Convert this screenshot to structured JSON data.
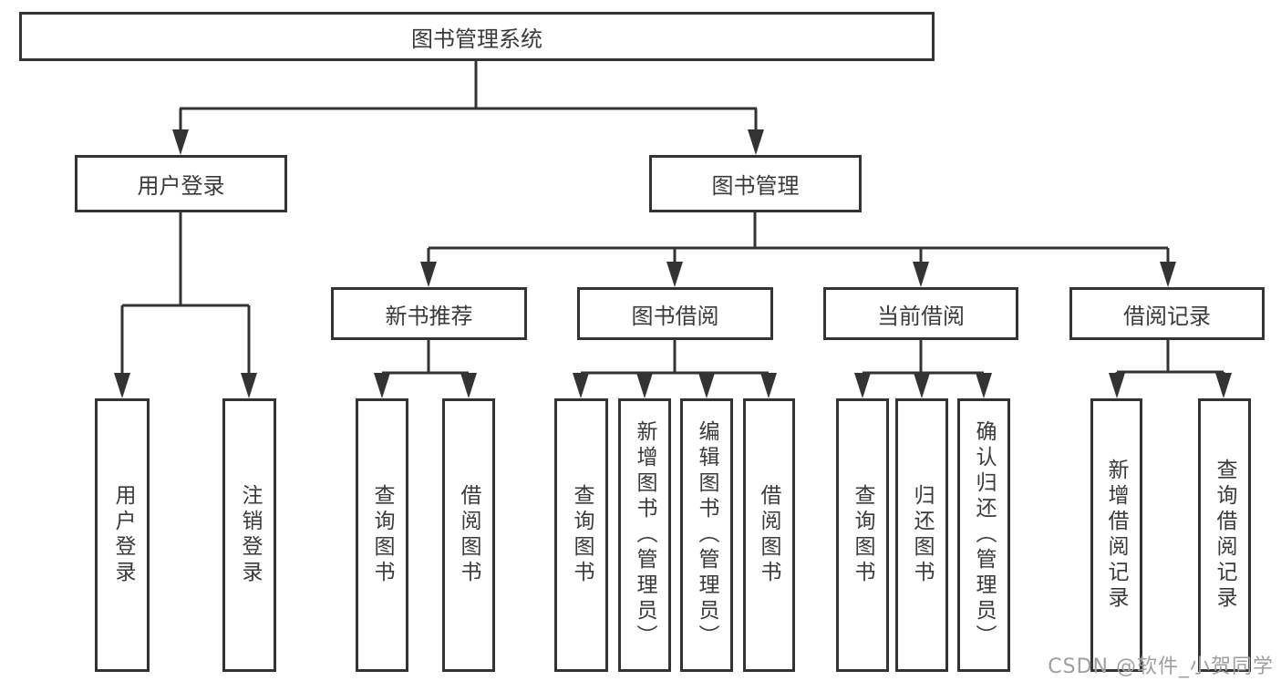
{
  "tree": {
    "root": {
      "label": "图书管理系统"
    },
    "user_login": {
      "label": "用户登录",
      "children": [
        {
          "label": "用户登录"
        },
        {
          "label": "注销登录"
        }
      ]
    },
    "book_mgmt": {
      "label": "图书管理",
      "sections": [
        {
          "label": "新书推荐",
          "children": [
            {
              "label": "查询图书"
            },
            {
              "label": "借阅图书"
            }
          ]
        },
        {
          "label": "图书借阅",
          "children": [
            {
              "label": "查询图书"
            },
            {
              "label": "新增图书（管理员）"
            },
            {
              "label": "编辑图书（管理员）"
            },
            {
              "label": "借阅图书"
            }
          ]
        },
        {
          "label": "当前借阅",
          "children": [
            {
              "label": "查询图书"
            },
            {
              "label": "归还图书"
            },
            {
              "label": "确认归还（管理员）"
            }
          ]
        },
        {
          "label": "借阅记录",
          "children": [
            {
              "label": "新增借阅记录"
            },
            {
              "label": "查询借阅记录"
            }
          ]
        }
      ]
    }
  },
  "watermark": {
    "text": "CSDN @软件_小贺同学"
  },
  "colors": {
    "line": "#333333",
    "text": "#3a3a3a",
    "background": "#ffffff",
    "watermark": "#9e9e9e"
  }
}
